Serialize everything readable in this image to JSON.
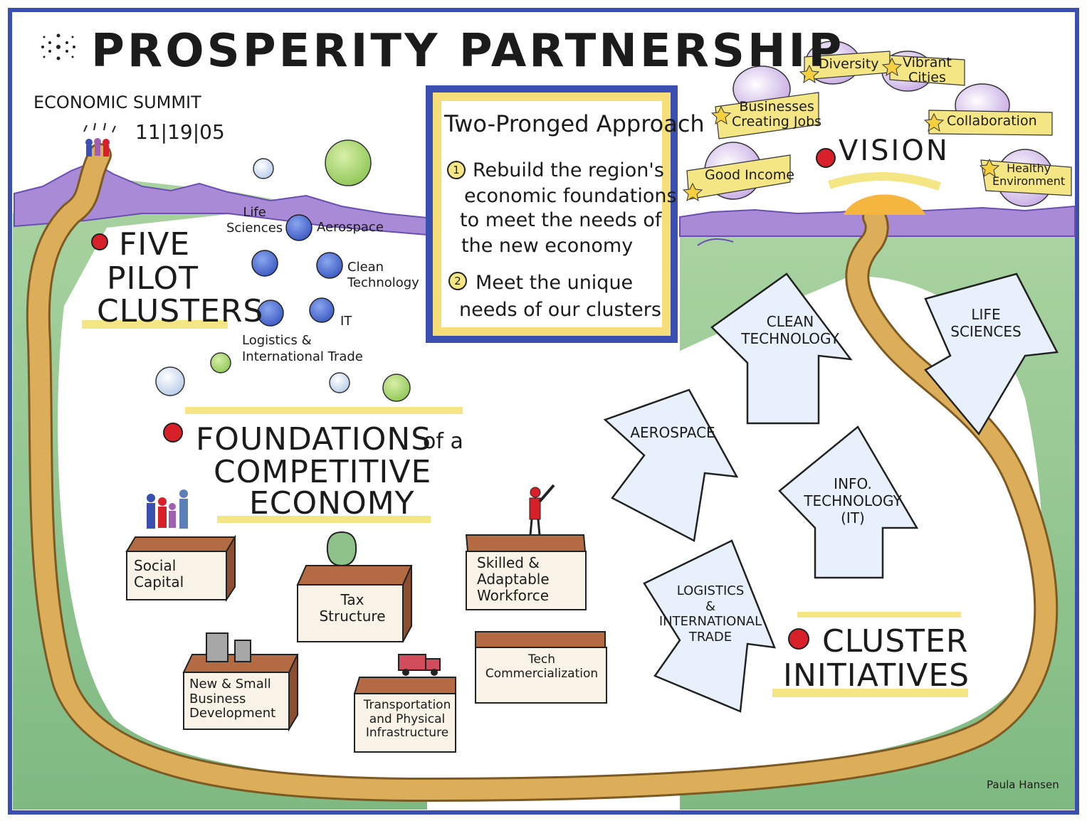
{
  "header": {
    "title": "PROSPERITY  PARTNERSHIP",
    "event": "ECONOMIC SUMMIT",
    "date": "11|19|05"
  },
  "pilot_clusters": {
    "heading_line1": "FIVE",
    "heading_line2": "PILOT",
    "heading_line3": "CLUSTERS",
    "items": [
      {
        "label": "Life\nSciences"
      },
      {
        "label": "Aerospace"
      },
      {
        "label": "Clean\nTechnology"
      },
      {
        "label": "IT"
      },
      {
        "label": "Logistics &\nInternational Trade"
      }
    ]
  },
  "approach": {
    "title": "Two-Pronged Approach",
    "point1": [
      "Rebuild the region's",
      "economic foundations",
      "to meet the needs of",
      "the new economy"
    ],
    "point2": [
      "Meet the unique",
      "needs of our clusters"
    ],
    "num1": "1",
    "num2": "2"
  },
  "vision": {
    "heading": "VISION",
    "tags": [
      "Diversity",
      "Vibrant\nCities",
      "Businesses\nCreating Jobs",
      "Collaboration",
      "Good Income",
      "Healthy\nEnvironment"
    ]
  },
  "foundations": {
    "heading_line1": "FOUNDATIONS",
    "heading_of": "of a",
    "heading_line2": "COMPETITIVE",
    "heading_line3": "ECONOMY",
    "boxes": [
      {
        "label": "Social\nCapital"
      },
      {
        "label": "Tax\nStructure"
      },
      {
        "label": "Skilled &\nAdaptable\nWorkforce"
      },
      {
        "label": "New & Small\nBusiness\nDevelopment"
      },
      {
        "label": "Transportation\nand Physical\nInfrastructure"
      },
      {
        "label": "Tech\nCommercialization"
      }
    ]
  },
  "cluster_initiatives": {
    "heading_line1": "CLUSTER",
    "heading_line2": "INITIATIVES",
    "arrows": [
      {
        "label": "CLEAN\nTECHNOLOGY"
      },
      {
        "label": "LIFE\nSCIENCES"
      },
      {
        "label": "AEROSPACE"
      },
      {
        "label": "INFO.\nTECHNOLOGY\n(IT)"
      },
      {
        "label": "LOGISTICS\n&\nINTERNATIONAL\nTRADE"
      }
    ]
  },
  "signature": "Paula Hansen",
  "colors": {
    "border": "#3b4fb0",
    "mountain": "#a98ad6",
    "grass": "#8fc58d",
    "path": "#d7a650",
    "red_dot": "#d8202a",
    "blue_ball": "#4c6fd0",
    "green_ball": "#a7d46b",
    "yellow": "#f4e585",
    "box_front": "#f8f3e6",
    "box_top": "#b46b44",
    "arrow_fill": "#e8f1fb"
  }
}
